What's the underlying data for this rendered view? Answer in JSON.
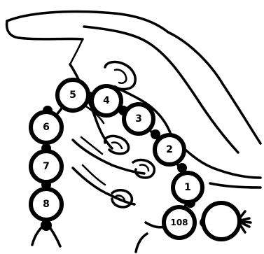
{
  "illustration": {
    "bead_labels": {
      "one": "1",
      "two": "2",
      "three": "3",
      "four": "4",
      "five": "5",
      "six": "6",
      "seven": "7",
      "eight": "8",
      "hundred_eight": "108"
    }
  }
}
